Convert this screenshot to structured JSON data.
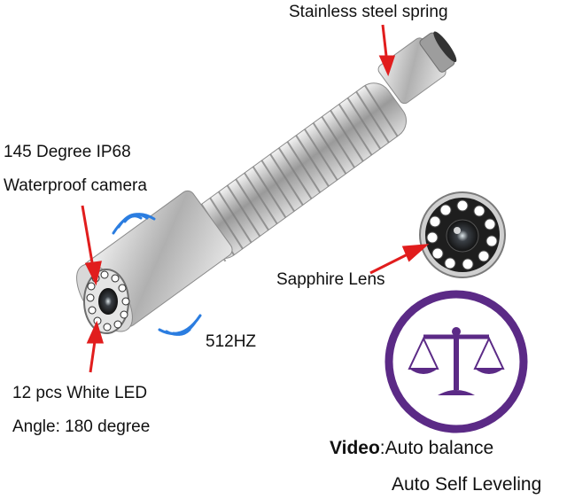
{
  "labels": {
    "spring": "Stainless steel spring",
    "camera_line1": "145 Degree IP68",
    "camera_line2": "Waterproof camera",
    "lens": "Sapphire Lens",
    "frequency": "512HZ",
    "led_line1": "12 pcs White LED",
    "led_line2": "Angle: 180 degree",
    "video_bold": "Video",
    "video_rest": ":Auto balance",
    "leveling": "Auto Self Leveling"
  },
  "icons": {
    "camera_head": "camera-head-icon",
    "lens": "sapphire-lens-icon",
    "balance": "balance-scale-icon",
    "signal": "signal-wave-icon"
  },
  "colors": {
    "arrow": "#e11d1d",
    "wave": "#2b7de0",
    "scale": "#5b2a86",
    "steel": "#b9b9b9"
  }
}
